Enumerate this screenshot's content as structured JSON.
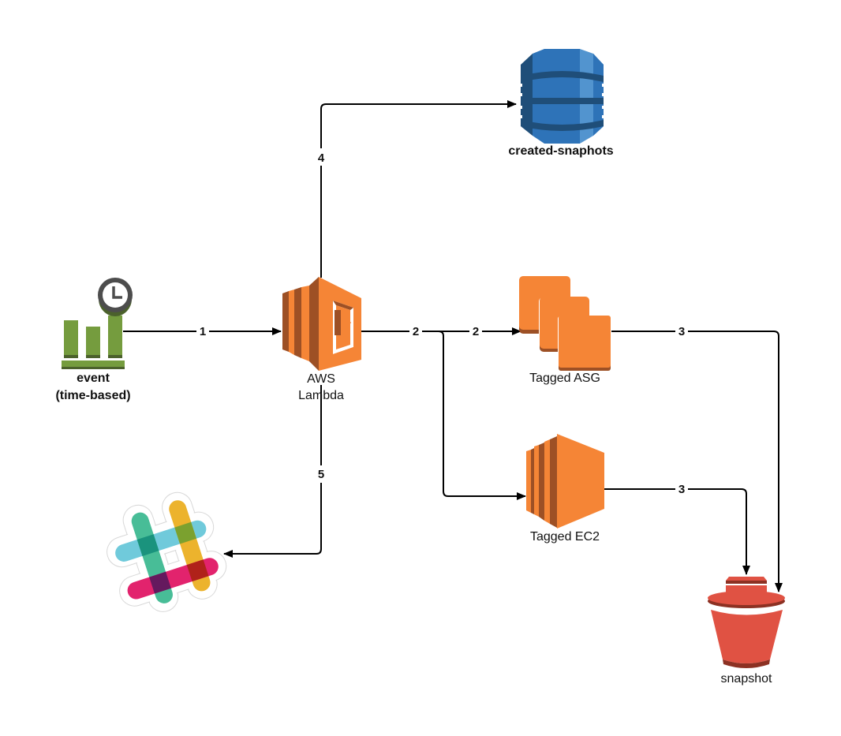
{
  "colors": {
    "aws_orange": "#F58536",
    "aws_orange_dark": "#9D5025",
    "dynamo_blue": "#2E73B8",
    "dynamo_blue_dark": "#1F4E79",
    "dynamo_blue_light": "#5294CF",
    "s3_red": "#E05243",
    "s3_red_dark": "#8C3123",
    "event_green": "#759C3E",
    "event_green_dark": "#4B612C",
    "clock_gray": "#4D4D4D",
    "slack_green": "#3EB991",
    "slack_blue": "#70CADB",
    "slack_yellow": "#ECB32D",
    "slack_pink": "#E01765",
    "edge": "#000000"
  },
  "nodes": {
    "event": {
      "line1": "event",
      "line2": "(time-based)",
      "icon": "cloudwatch-event-icon"
    },
    "lambda": {
      "line1": "AWS",
      "line2": "Lambda",
      "icon": "aws-lambda-icon"
    },
    "dynamodb": {
      "label": "created-snaphots",
      "icon": "dynamodb-table-icon"
    },
    "asg": {
      "label": "Tagged ASG",
      "icon": "auto-scaling-group-icon"
    },
    "ec2": {
      "label": "Tagged EC2",
      "icon": "ec2-instance-icon"
    },
    "s3": {
      "label": "snapshot",
      "icon": "s3-bucket-icon"
    },
    "slack": {
      "label": "",
      "icon": "slack-icon"
    }
  },
  "edges": {
    "event_to_lambda": "1",
    "lambda_to_split": "2",
    "split_to_asg": "2",
    "asg_to_s3": "3",
    "ec2_to_s3": "3",
    "lambda_to_dynamodb": "4",
    "lambda_to_slack": "5"
  }
}
